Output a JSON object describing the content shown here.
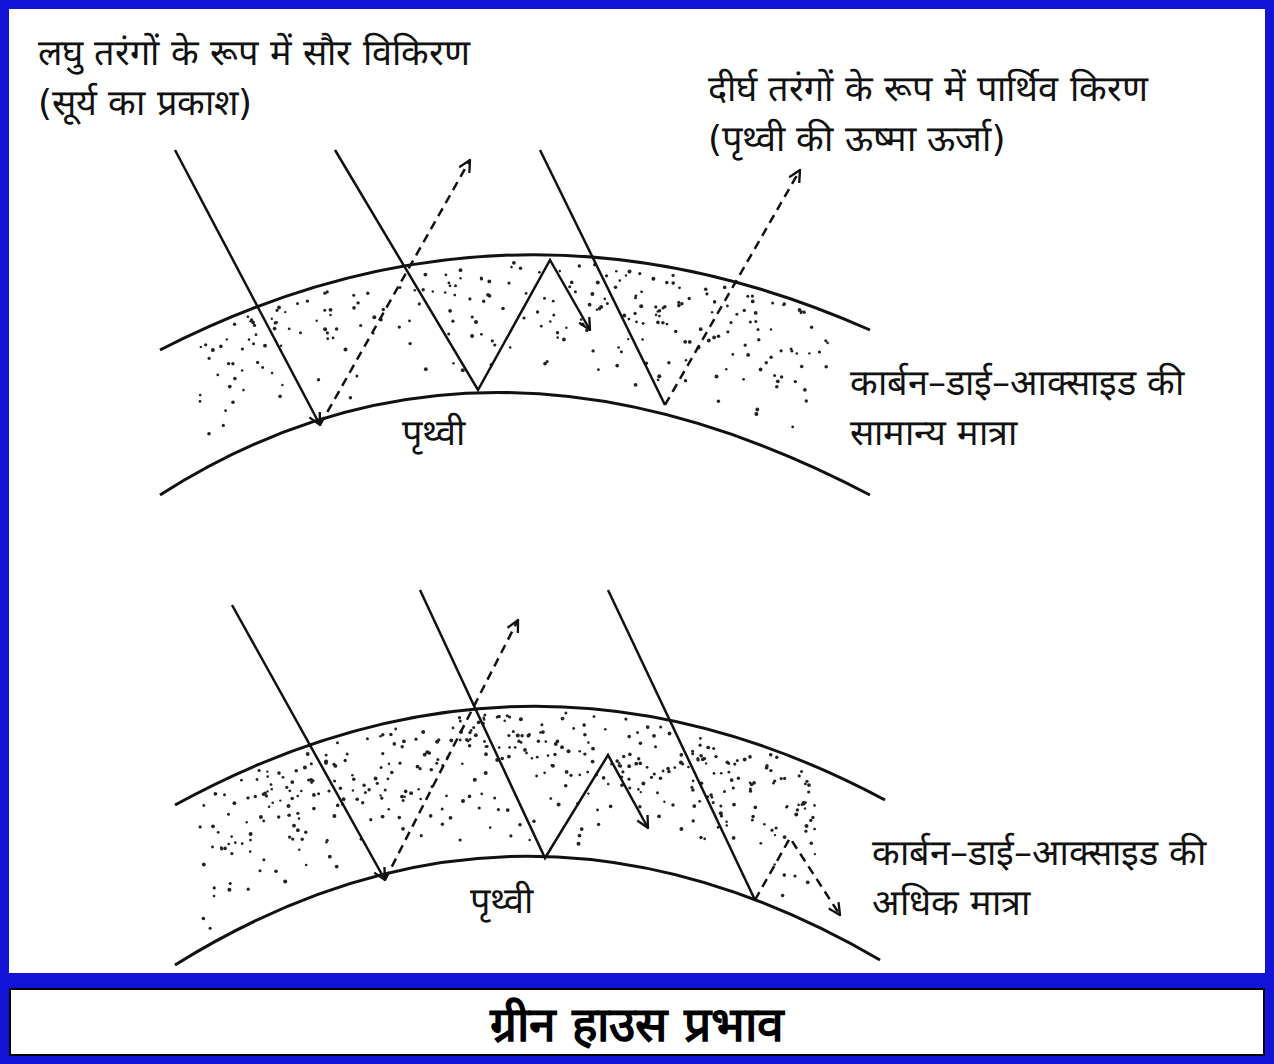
{
  "diagram": {
    "title": "ग्रीन हाउस प्रभाव",
    "labels": [
      "लघु तरंगों के रूप में सौर विकिरण (सूर्य का प्रकाश)",
      "दीर्घ तरंगों के रूप में पार्थिव किरण (पृथ्वी की ऊष्मा ऊर्जा)",
      "पृथ्वी",
      "कार्बन–डाई–आक्साइड की सामान्य मात्रा",
      "पृथ्वी",
      "कार्बन–डाई–आक्साइड की अधिक मात्रा"
    ]
  }
}
